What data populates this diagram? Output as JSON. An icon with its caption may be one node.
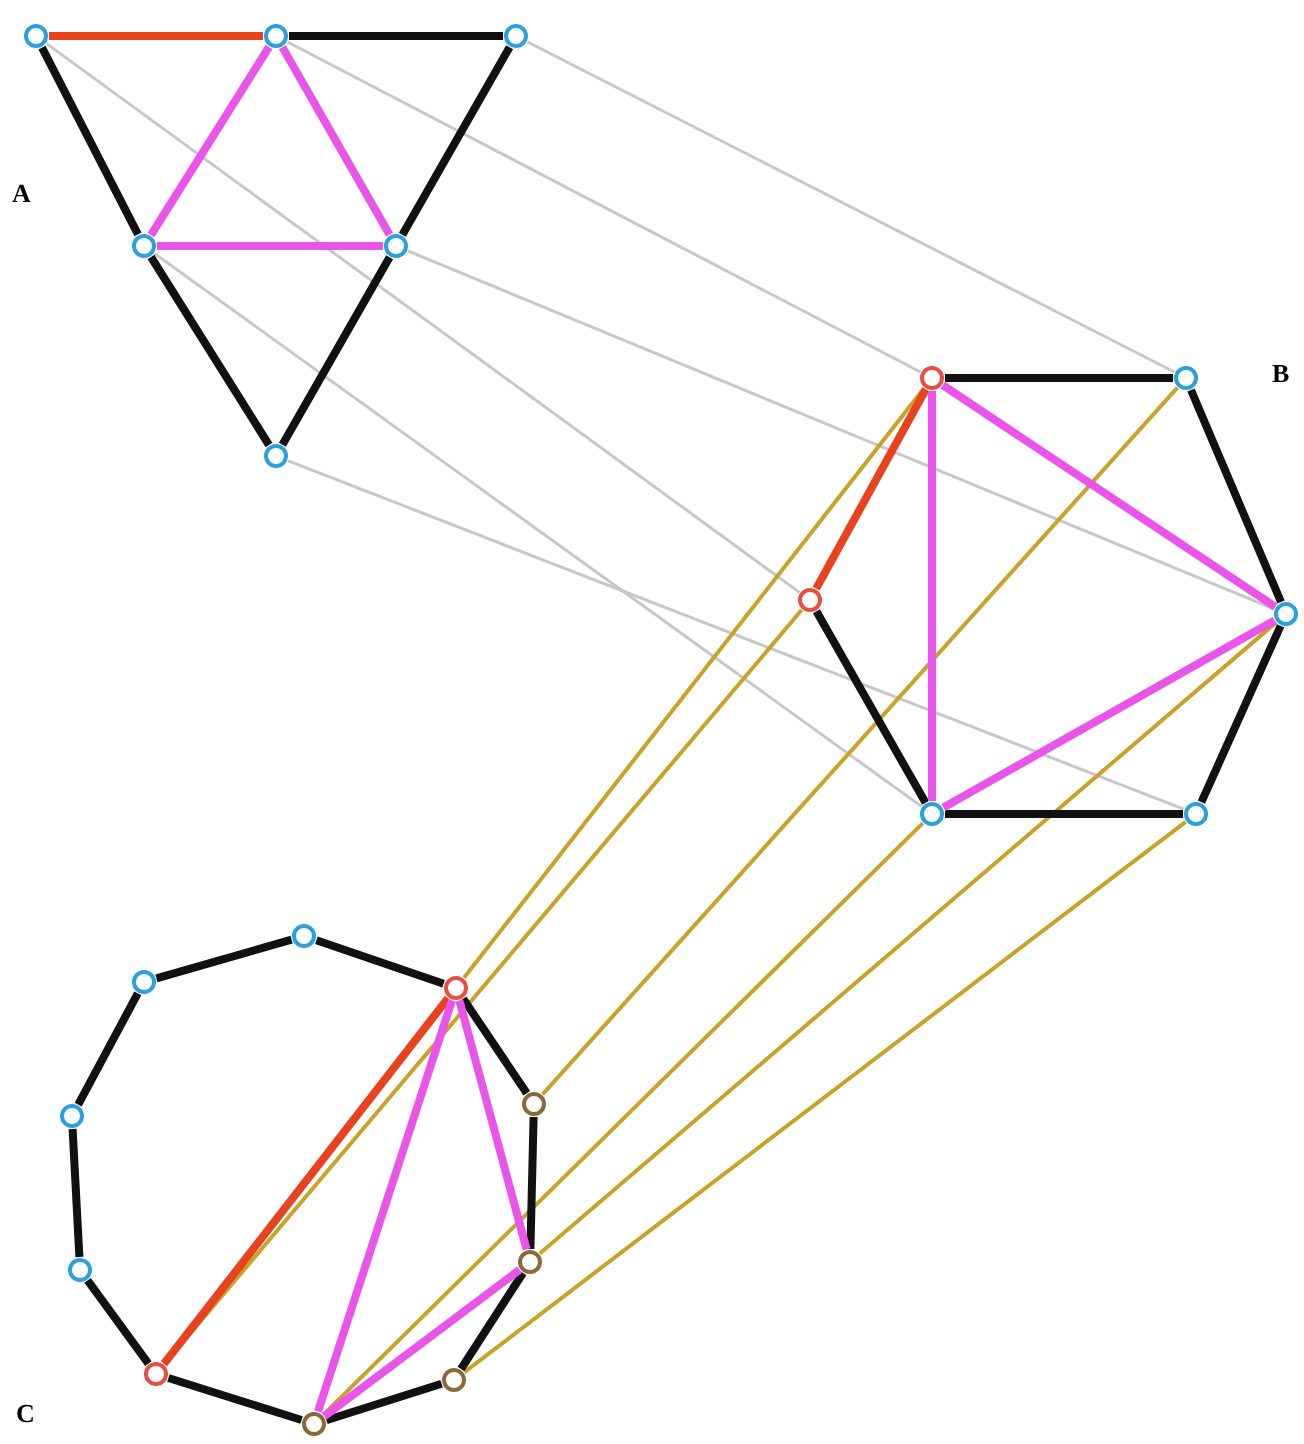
{
  "diagram": {
    "nodes": [
      {
        "text": [],
        "shape": "circle"
      },
      {
        "text": [],
        "shape": "circle"
      },
      {
        "text": [],
        "shape": "circle"
      },
      {
        "text": [],
        "shape": "circle"
      },
      {
        "text": [],
        "shape": "circle"
      },
      {
        "text": [],
        "shape": "circle"
      },
      {
        "text": [],
        "shape": "circle"
      },
      {
        "text": [],
        "shape": "circle"
      },
      {
        "text": [],
        "shape": "circle"
      },
      {
        "text": [],
        "shape": "circle"
      },
      {
        "text": [],
        "shape": "circle"
      },
      {
        "text": [],
        "shape": "circle"
      },
      {
        "text": [],
        "shape": "circle"
      },
      {
        "text": [],
        "shape": "circle"
      },
      {
        "text": [],
        "shape": "circle"
      },
      {
        "text": [],
        "shape": "circle"
      },
      {
        "text": [],
        "shape": "circle"
      },
      {
        "text": [],
        "shape": "circle"
      },
      {
        "text": [],
        "shape": "circle"
      },
      {
        "text": [],
        "shape": "circle"
      },
      {
        "text": [],
        "shape": "circle"
      },
      {
        "text": [],
        "shape": "circle"
      }
    ],
    "edges": [
      {
        "from": 0,
        "to": 1,
        "arrow": "none",
        "color": "#e8421e"
      },
      {
        "from": 1,
        "to": 2,
        "arrow": "none"
      },
      {
        "from": 0,
        "to": 3,
        "arrow": "none"
      },
      {
        "from": 3,
        "to": 5,
        "arrow": "none"
      },
      {
        "from": 2,
        "to": 4,
        "arrow": "none"
      },
      {
        "from": 4,
        "to": 5,
        "arrow": "none"
      },
      {
        "from": 1,
        "to": 3,
        "arrow": "none",
        "color": "#e855e8"
      },
      {
        "from": 1,
        "to": 4,
        "arrow": "none",
        "color": "#e855e8"
      },
      {
        "from": 3,
        "to": 4,
        "arrow": "none",
        "color": "#e855e8"
      },
      {
        "from": 6,
        "to": 7,
        "arrow": "none"
      },
      {
        "from": 7,
        "to": 9,
        "arrow": "none"
      },
      {
        "from": 9,
        "to": 11,
        "arrow": "none"
      },
      {
        "from": 11,
        "to": 10,
        "arrow": "none"
      },
      {
        "from": 10,
        "to": 8,
        "arrow": "none"
      },
      {
        "from": 8,
        "to": 6,
        "arrow": "none",
        "color": "#e8421e"
      },
      {
        "from": 6,
        "to": 10,
        "arrow": "none",
        "color": "#e855e8"
      },
      {
        "from": 6,
        "to": 9,
        "arrow": "none",
        "color": "#e855e8"
      },
      {
        "from": 10,
        "to": 9,
        "arrow": "none",
        "color": "#e855e8"
      },
      {
        "from": 12,
        "to": 14,
        "arrow": "none"
      },
      {
        "from": 14,
        "to": 16,
        "arrow": "none"
      },
      {
        "from": 16,
        "to": 18,
        "arrow": "none"
      },
      {
        "from": 18,
        "to": 20,
        "arrow": "none"
      },
      {
        "from": 20,
        "to": 21,
        "arrow": "none"
      },
      {
        "from": 21,
        "to": 19,
        "arrow": "none"
      },
      {
        "from": 19,
        "to": 17,
        "arrow": "none"
      },
      {
        "from": 17,
        "to": 15,
        "arrow": "none"
      },
      {
        "from": 15,
        "to": 13,
        "arrow": "none"
      },
      {
        "from": 13,
        "to": 12,
        "arrow": "none"
      },
      {
        "from": 14,
        "to": 19,
        "arrow": "none",
        "color": "#e8421e"
      },
      {
        "from": 14,
        "to": 21,
        "arrow": "none",
        "color": "#e855e8"
      },
      {
        "from": 14,
        "to": 18,
        "arrow": "none",
        "color": "#e855e8"
      },
      {
        "from": 21,
        "to": 18,
        "arrow": "none",
        "color": "#e855e8"
      },
      {
        "from": 0,
        "to": 8,
        "arrow": "none",
        "color": "#c8c8c8"
      },
      {
        "from": 1,
        "to": 6,
        "arrow": "none",
        "color": "#c8c8c8"
      },
      {
        "from": 2,
        "to": 7,
        "arrow": "none",
        "color": "#c8c8c8"
      },
      {
        "from": 3,
        "to": 10,
        "arrow": "none",
        "color": "#c8c8c8"
      },
      {
        "from": 4,
        "to": 9,
        "arrow": "none",
        "color": "#c8c8c8"
      },
      {
        "from": 5,
        "to": 11,
        "arrow": "none",
        "color": "#c8c8c8"
      },
      {
        "from": 6,
        "to": 14,
        "arrow": "none",
        "color": "#c9a227"
      },
      {
        "from": 8,
        "to": 19,
        "arrow": "none",
        "color": "#c9a227"
      },
      {
        "from": 7,
        "to": 16,
        "arrow": "none",
        "color": "#c9a227"
      },
      {
        "from": 9,
        "to": 18,
        "arrow": "none",
        "color": "#c9a227"
      },
      {
        "from": 11,
        "to": 20,
        "arrow": "none",
        "color": "#c9a227"
      },
      {
        "from": 10,
        "to": 21,
        "arrow": "none",
        "color": "#c9a227"
      }
    ],
    "labels": [
      "A",
      "B",
      "C"
    ]
  }
}
